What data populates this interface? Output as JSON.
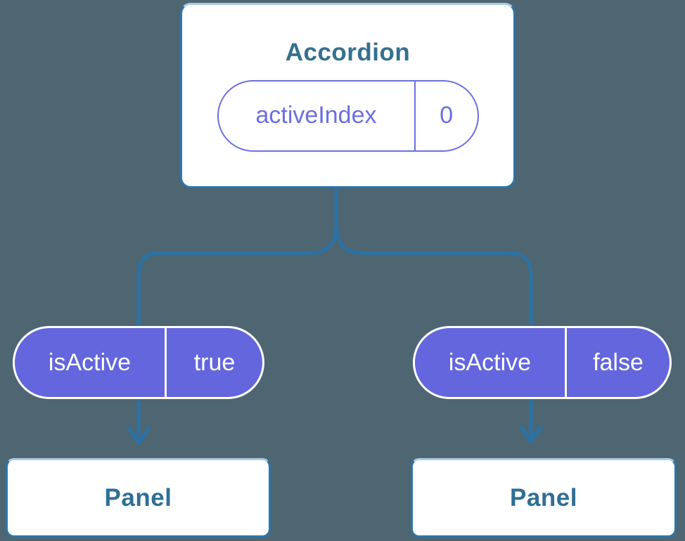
{
  "diagram": {
    "root": {
      "title": "Accordion",
      "state": {
        "label": "activeIndex",
        "value": "0"
      }
    },
    "branches": [
      {
        "prop": {
          "label": "isActive",
          "value": "true"
        },
        "child": {
          "title": "Panel"
        }
      },
      {
        "prop": {
          "label": "isActive",
          "value": "false"
        },
        "child": {
          "title": "Panel"
        }
      }
    ]
  },
  "colors": {
    "background": "#4D6672",
    "connector": "#2A72A6",
    "node_fill": "#FFFFFF",
    "node_border": "#2E74A8",
    "node_text": "#35708E",
    "prop_pill_fill": "#6366DC",
    "prop_pill_text": "#FFFFFF",
    "state_pill_accent": "#6B6FE0"
  }
}
